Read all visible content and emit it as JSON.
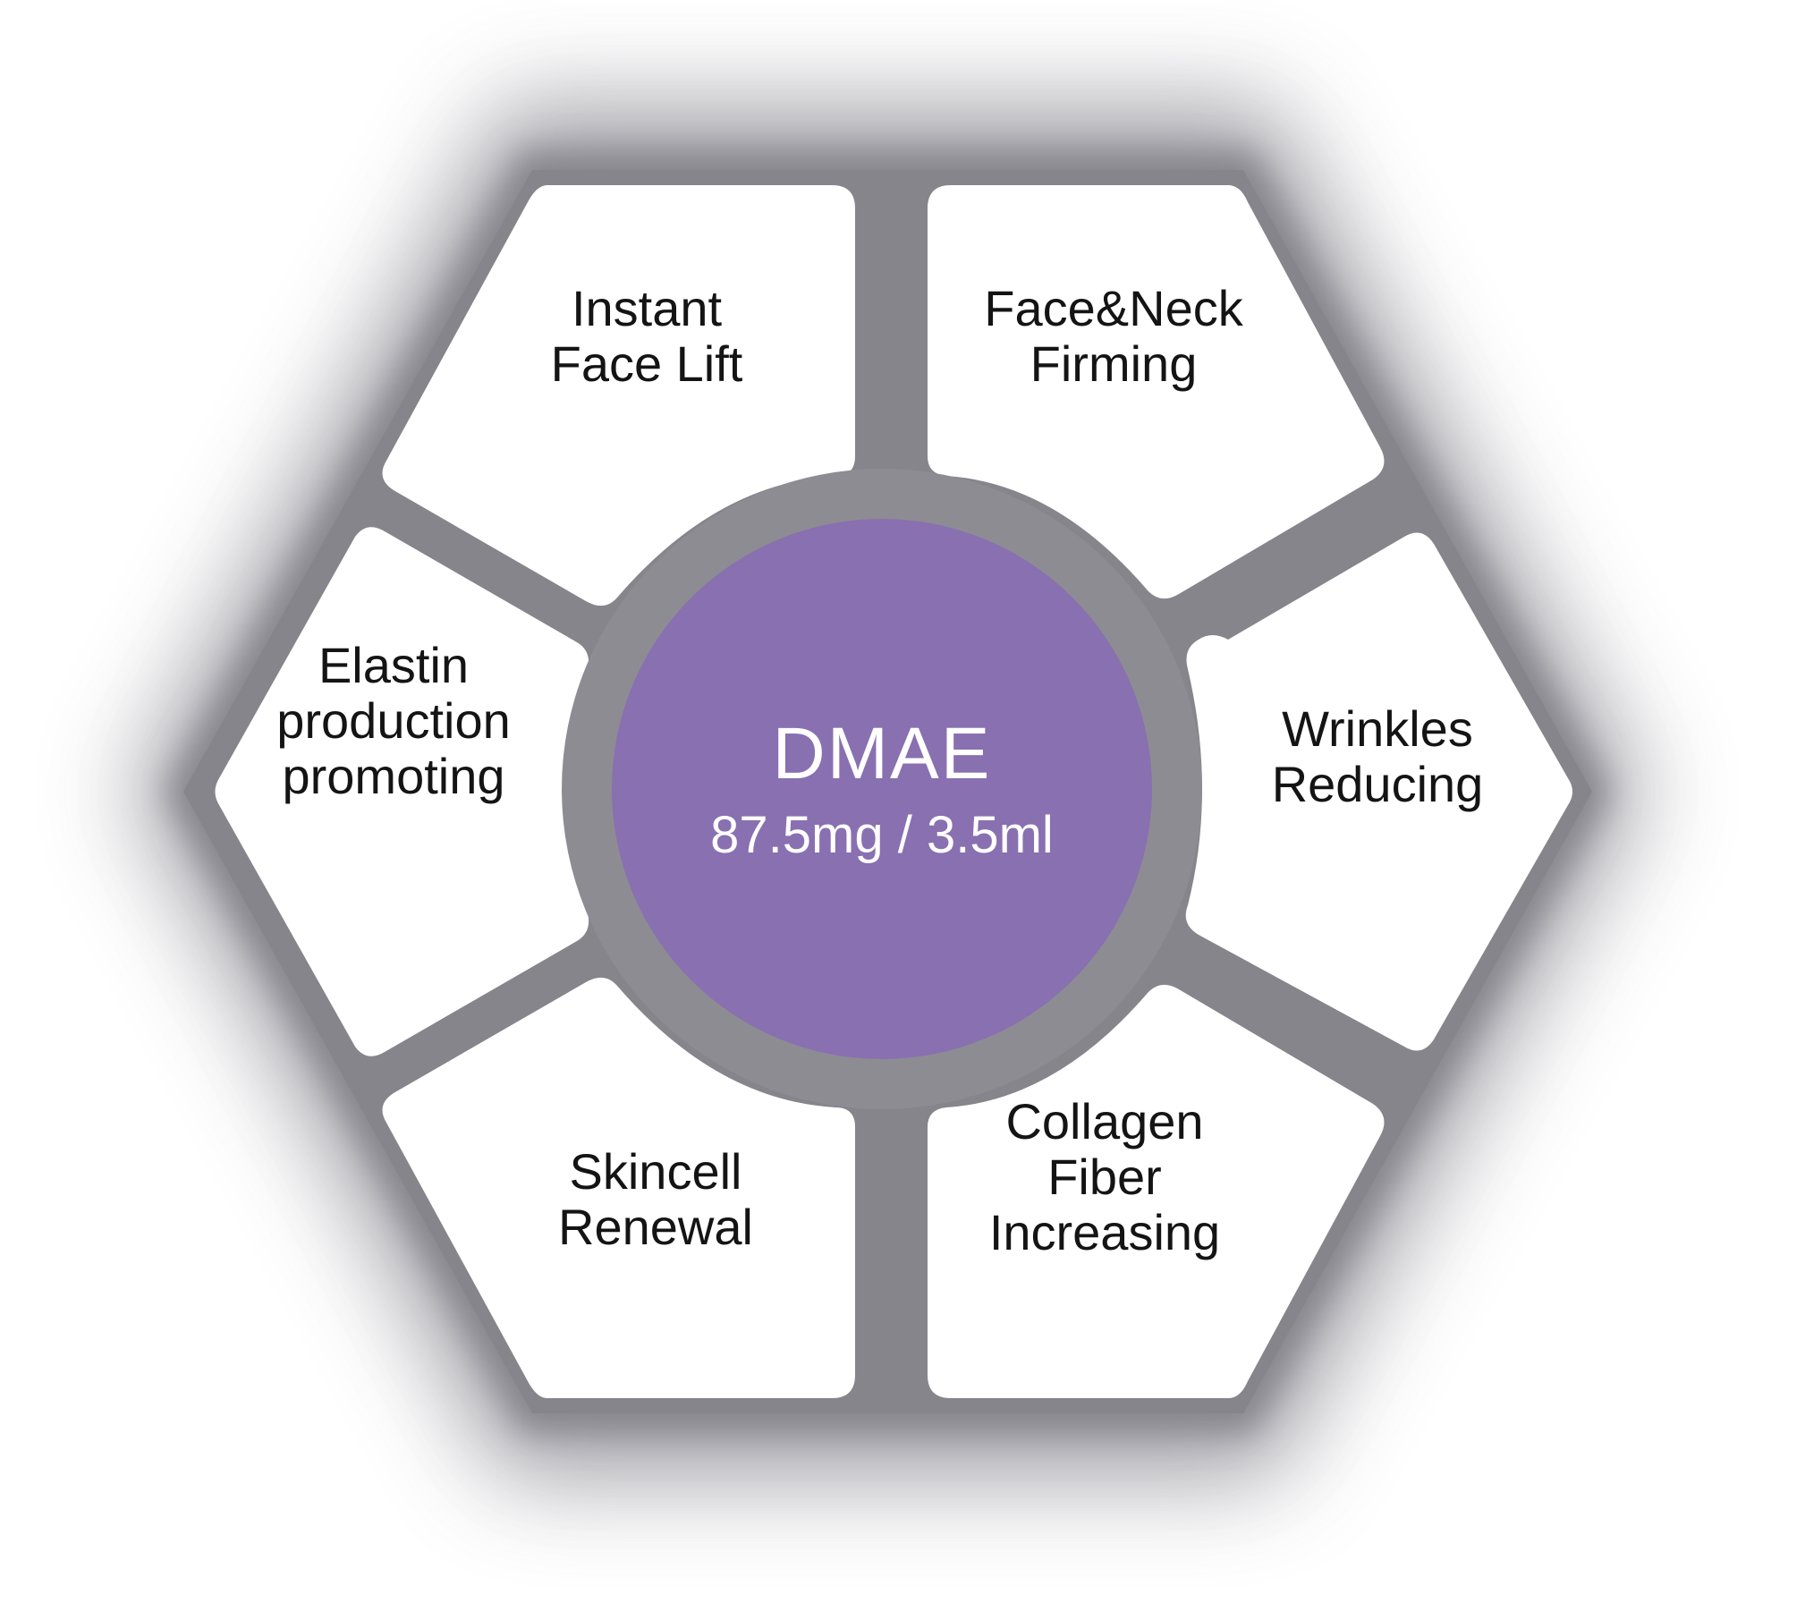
{
  "colors": {
    "frame": "#86858c",
    "frame_glow": "#9a99a0",
    "ring": "#8e8c93",
    "center_fill": "#8870b1",
    "panel_fill": "#ffffff",
    "text": "#141414",
    "center_text": "#ffffff"
  },
  "center": {
    "title": "DMAE",
    "subtitle": "87.5mg / 3.5ml"
  },
  "segments": [
    {
      "lines": [
        "Instant",
        "Face Lift"
      ]
    },
    {
      "lines": [
        "Face&Neck",
        "Firming"
      ]
    },
    {
      "lines": [
        "Wrinkles",
        "Reducing"
      ]
    },
    {
      "lines": [
        "Collagen",
        "Fiber",
        "Increasing"
      ]
    },
    {
      "lines": [
        "Skincell",
        "Renewal"
      ]
    },
    {
      "lines": [
        "Elastin",
        "production",
        "promoting"
      ]
    }
  ]
}
